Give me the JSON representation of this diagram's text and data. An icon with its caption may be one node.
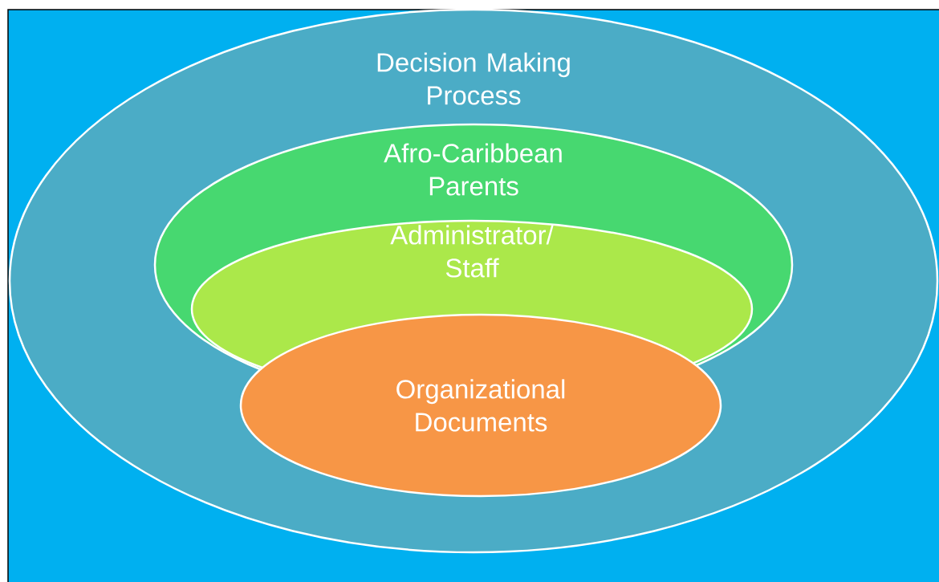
{
  "diagram": {
    "nodes": [
      {
        "text": [
          "Decision Making Process"
        ]
      },
      {
        "text": [
          "Afro-Caribbean Parents"
        ],
        "in": 0
      },
      {
        "text": [
          "Administrator/ Staff"
        ],
        "in": 1
      },
      {
        "text": [
          "Organizational Documents"
        ],
        "in": 0
      }
    ]
  }
}
